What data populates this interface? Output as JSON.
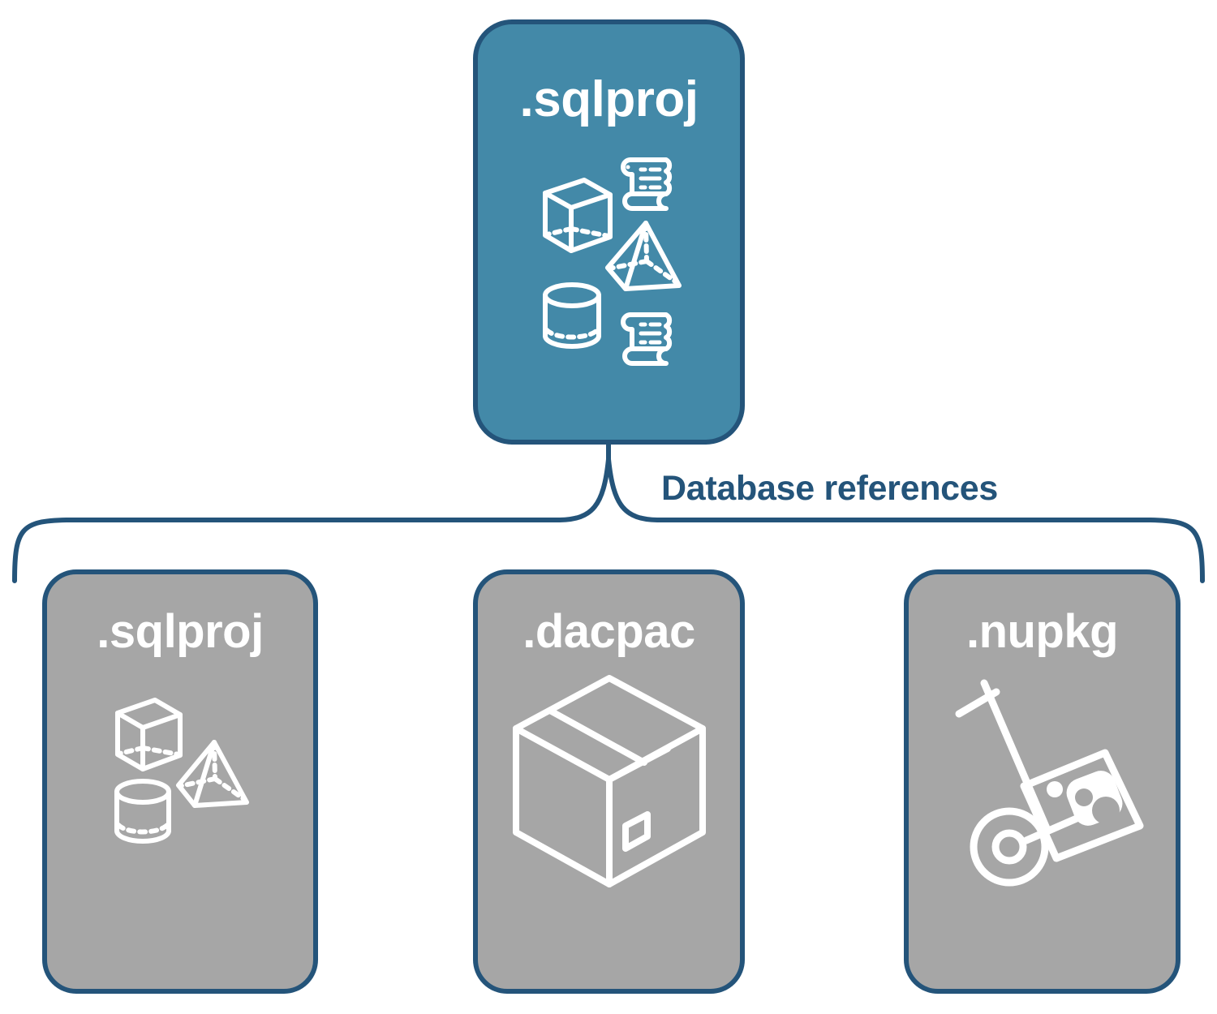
{
  "diagram": {
    "title_visible": false,
    "background_color": "#ffffff",
    "accent_color": "#24547a",
    "primary_card_color": "#4389a8",
    "secondary_card_color": "#a6a6a6",
    "icon_color": "#ffffff"
  },
  "source_node": {
    "label": ".sqlproj",
    "fill": "#4389a8",
    "border": "#24547a",
    "icon_name": "database-objects-icon",
    "icon_parts": [
      "cube",
      "pyramid",
      "cylinder",
      "scroll",
      "scroll"
    ]
  },
  "connector": {
    "label": "Database references",
    "color": "#24547a",
    "style": "curly-brace"
  },
  "reference_nodes": [
    {
      "label": ".sqlproj",
      "fill": "#a6a6a6",
      "border": "#24547a",
      "icon_name": "database-objects-icon",
      "icon_parts": [
        "cube",
        "pyramid",
        "cylinder"
      ]
    },
    {
      "label": ".dacpac",
      "fill": "#a6a6a6",
      "border": "#24547a",
      "icon_name": "package-box-icon",
      "icon_parts": [
        "isometric-box"
      ]
    },
    {
      "label": ".nupkg",
      "fill": "#a6a6a6",
      "border": "#24547a",
      "icon_name": "hand-truck-package-icon",
      "icon_parts": [
        "dolly",
        "package",
        "nuget-logo"
      ]
    }
  ]
}
